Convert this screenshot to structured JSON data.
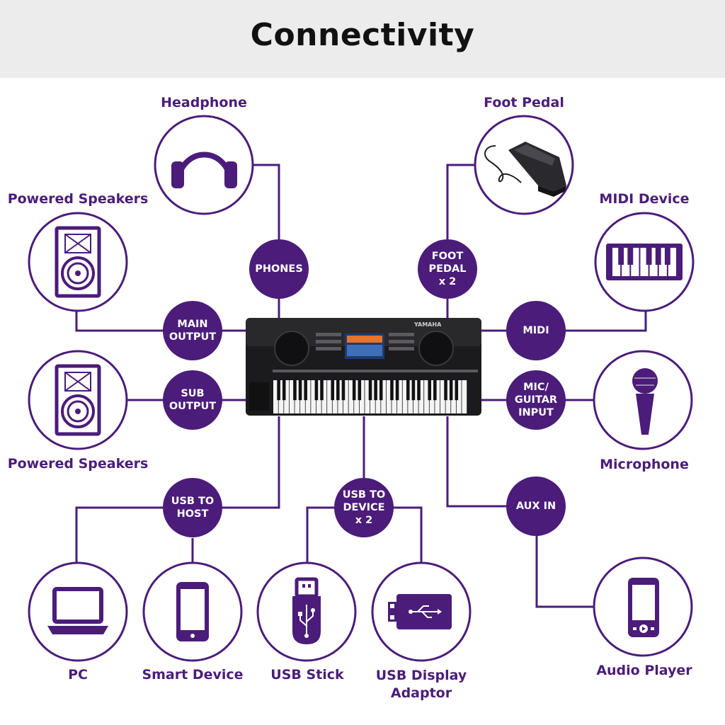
{
  "title": "Connectivity",
  "colors": {
    "purple": "#4b1c7a",
    "header_bg": "#ececec",
    "line": "#4b1c7a"
  },
  "devices": {
    "headphone": "Headphone",
    "foot_pedal": "Foot Pedal",
    "powered_speakers_top": "Powered Speakers",
    "midi_device": "MIDI Device",
    "powered_speakers_bottom": "Powered Speakers",
    "microphone": "Microphone",
    "pc": "PC",
    "smart_device": "Smart Device",
    "usb_stick": "USB Stick",
    "usb_display_adaptor": "USB Display\nAdaptor",
    "audio_player": "Audio Player"
  },
  "ports": {
    "phones": "PHONES",
    "foot_pedal": "FOOT\nPEDAL\nx 2",
    "main_output": "MAIN\nOUTPUT",
    "midi": "MIDI",
    "sub_output": "SUB\nOUTPUT",
    "mic_guitar_input": "MIC/\nGUITAR\nINPUT",
    "usb_to_host": "USB TO\nHOST",
    "usb_to_device": "USB TO\nDEVICE\nx 2",
    "aux_in": "AUX IN"
  },
  "keyboard": {
    "brand": "YAMAHA"
  }
}
